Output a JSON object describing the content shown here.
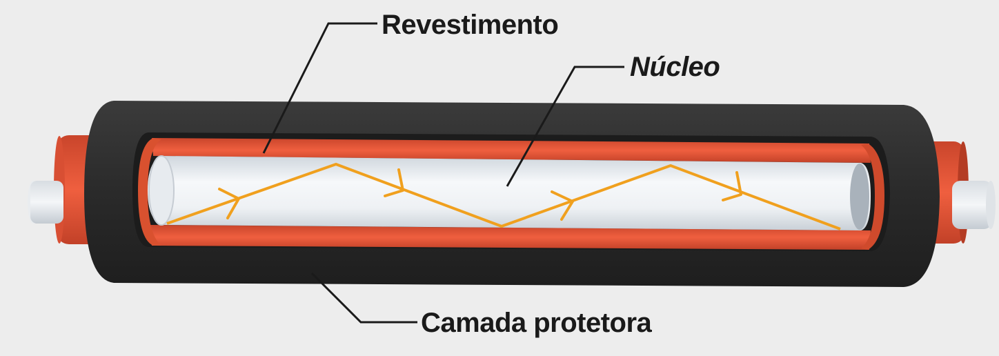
{
  "labels": {
    "revestimento": "Revestimento",
    "nucleo": "Núcleo",
    "camada_protetora": "Camada protetora"
  },
  "colors": {
    "background": "#ededed",
    "protective_layer": "#2b2b2b",
    "cladding": "#e8573a",
    "core": "#eef1f4",
    "light_ray": "#f0a01e",
    "leader_lines": "#1a1a1a"
  }
}
